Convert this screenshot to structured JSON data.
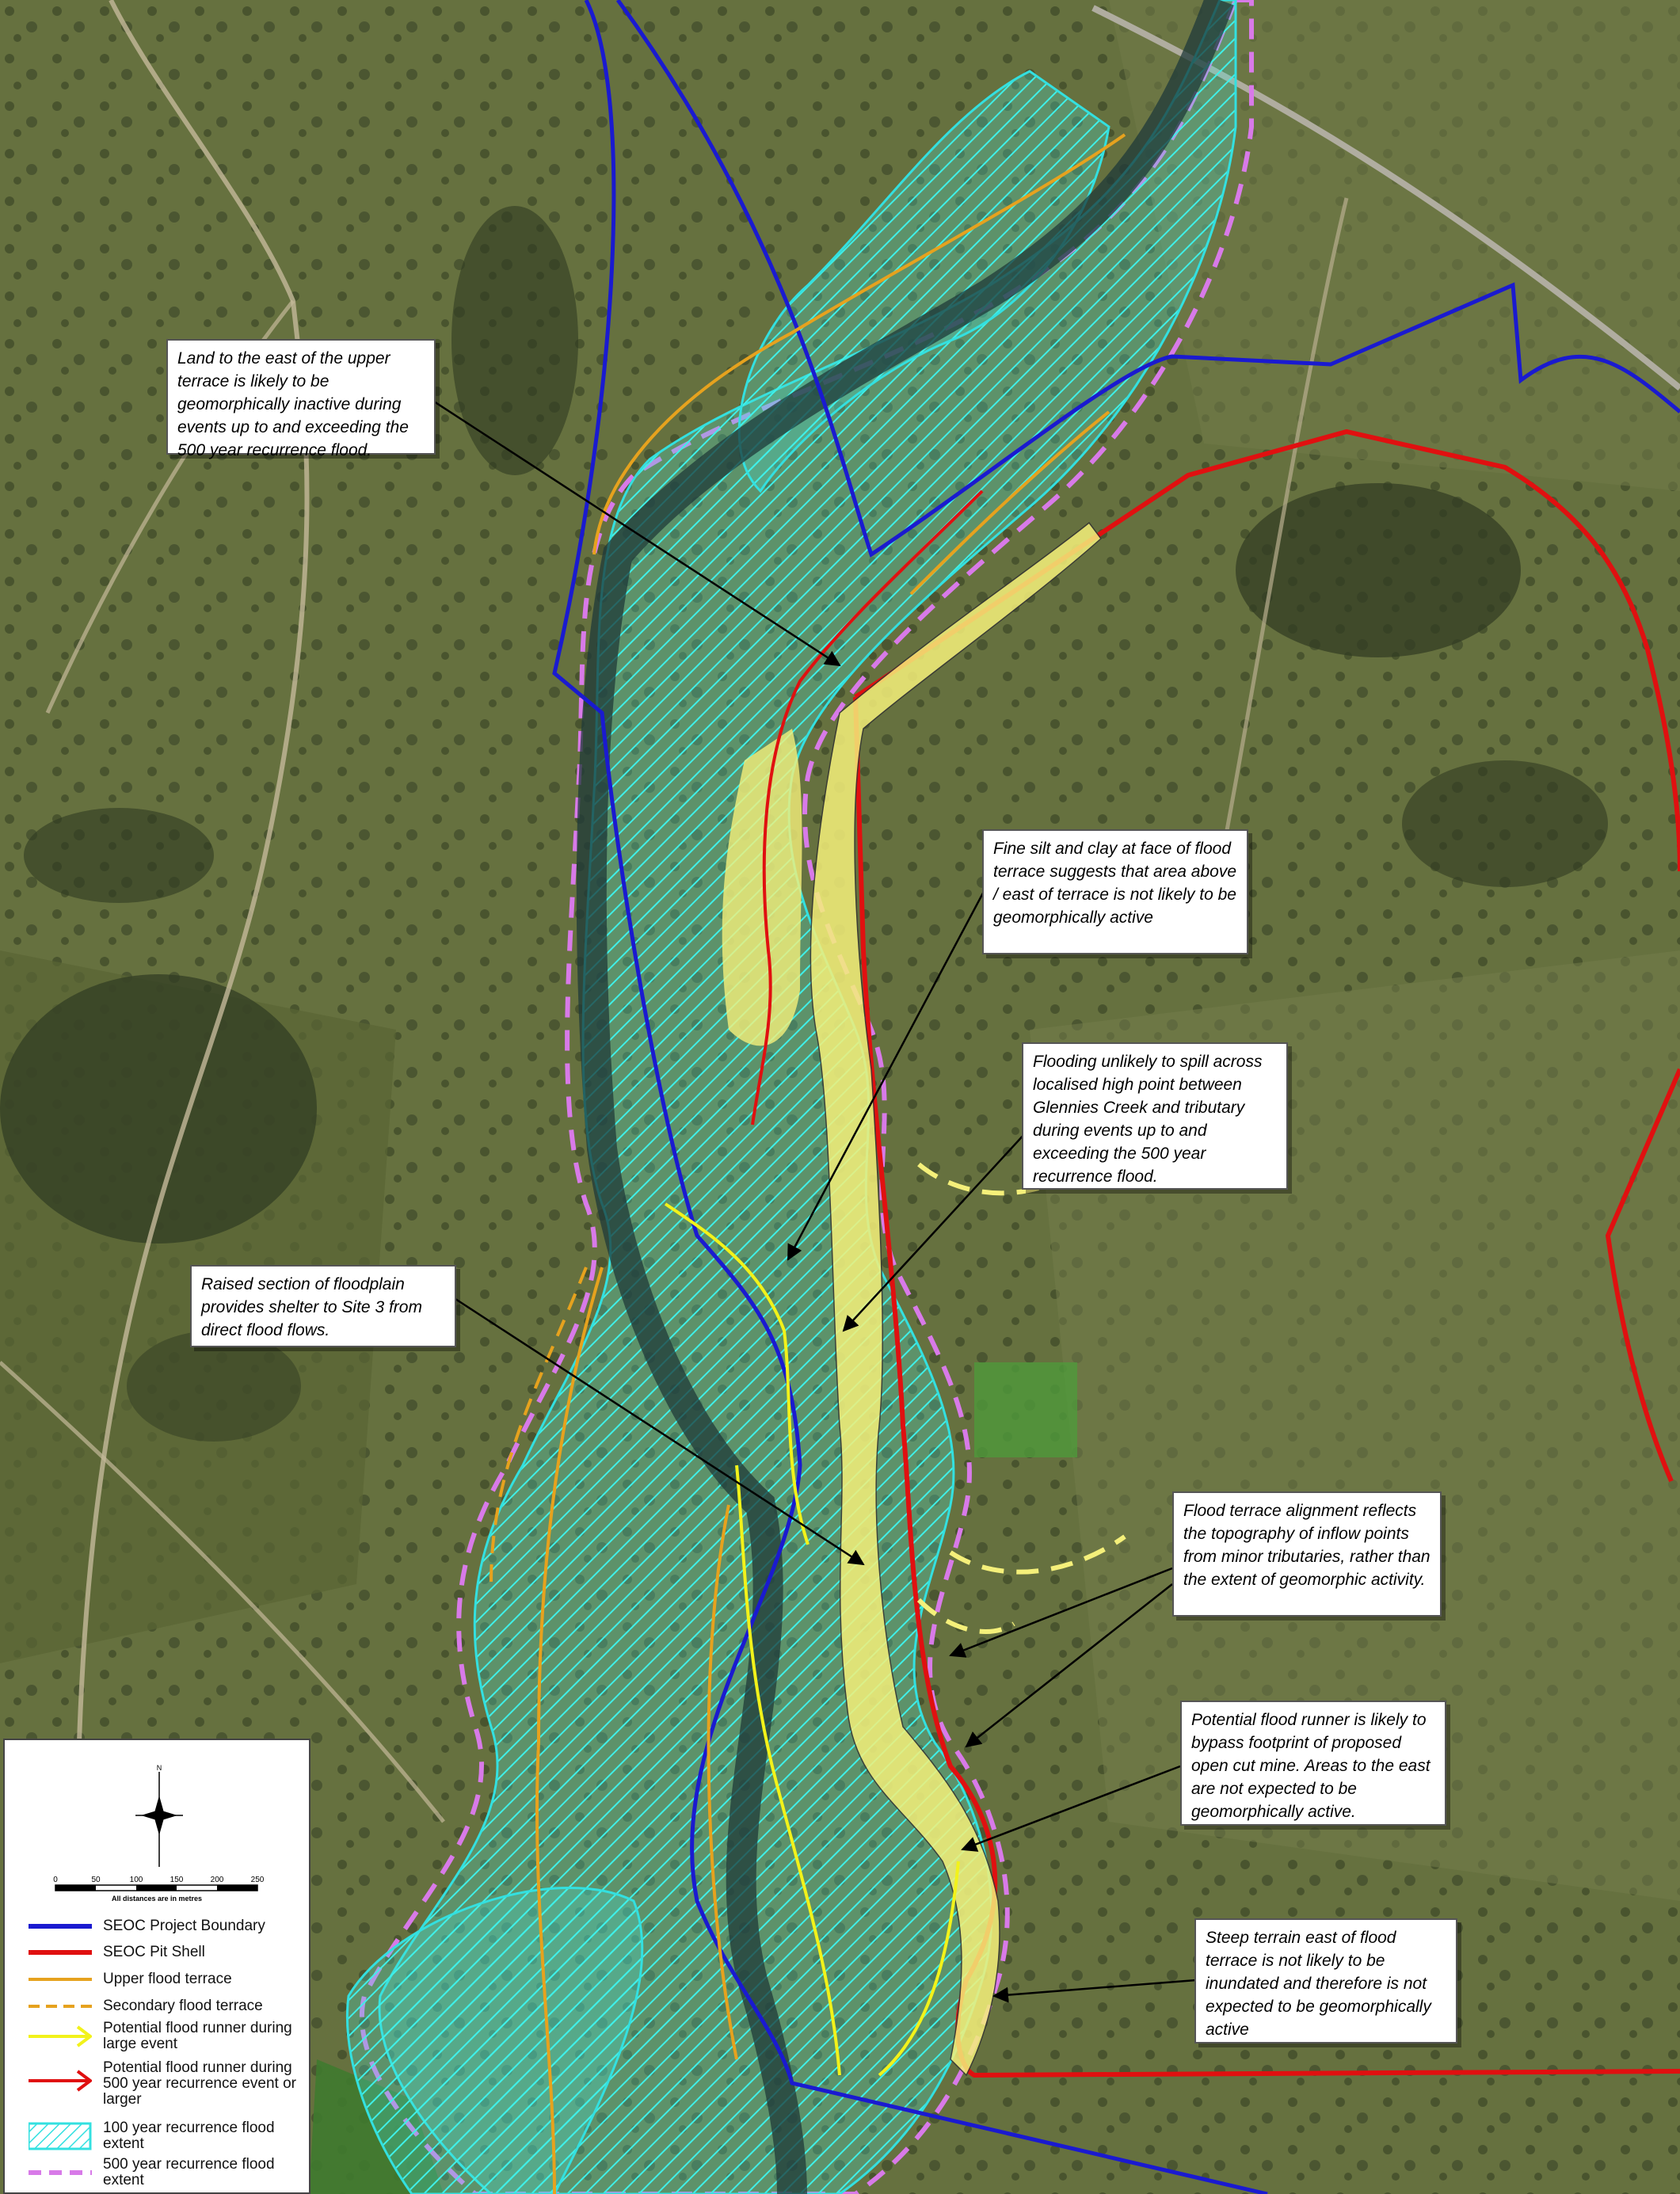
{
  "callouts": [
    {
      "id": "land-east",
      "text": "Land to the east of the upper terrace is likely to be geomorphically inactive during events up to and exceeding the 500 year recurrence flood."
    },
    {
      "id": "fine-silt",
      "text": "Fine silt and clay at face of flood terrace suggests that area above / east of terrace is not likely to be geomorphically active"
    },
    {
      "id": "flooding-unlikely",
      "text": "Flooding unlikely to spill across localised high point between Glennies Creek and tributary during events up to and exceeding the 500 year recurrence flood."
    },
    {
      "id": "raised-section",
      "text": "Raised section of floodplain provides shelter to Site 3 from direct flood flows."
    },
    {
      "id": "terrace-alignment",
      "text": "Flood terrace alignment reflects the topography of inflow points from minor tributaries, rather than the extent of geomorphic activity."
    },
    {
      "id": "flood-runner",
      "text": "Potential flood runner is likely to bypass footprint of proposed open cut mine. Areas to the east are not expected to be geomorphically active."
    },
    {
      "id": "steep-terrain",
      "text": "Steep terrain east of flood terrace is not likely to be inundated and therefore is not expected to be geomorphically active"
    }
  ],
  "legend": {
    "north": "N",
    "scale_ticks": [
      "0",
      "50",
      "100",
      "150",
      "200",
      "250"
    ],
    "scale_caption": "All distances are in metres",
    "items": [
      {
        "key": "boundary",
        "label": "SEOC Project Boundary",
        "color": "#1a1ad0"
      },
      {
        "key": "pitshell",
        "label": "SEOC Pit Shell",
        "color": "#e01010"
      },
      {
        "key": "upper",
        "label": "Upper flood terrace",
        "color": "#e6a21e"
      },
      {
        "key": "secondary",
        "label": "Secondary flood terrace",
        "color": "#e6a21e"
      },
      {
        "key": "runner-large",
        "label": "Potential flood runner during large event",
        "color": "#f2f21a"
      },
      {
        "key": "runner-500",
        "label": "Potential flood runner during 500 year recurrence event or larger",
        "color": "#e01010"
      },
      {
        "key": "flood100",
        "label": "100 year recurrence flood extent",
        "color": "#33e0e0"
      },
      {
        "key": "flood500",
        "label": "500 year recurrence flood extent",
        "color": "#d87ae8"
      }
    ]
  }
}
